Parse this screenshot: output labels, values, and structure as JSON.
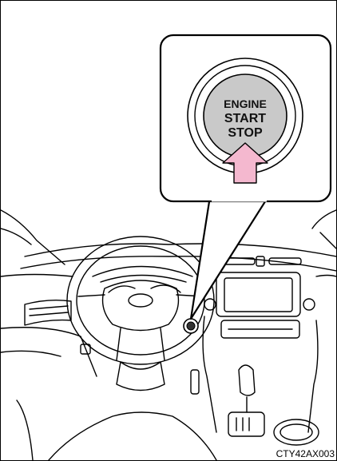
{
  "button": {
    "line1": "ENGINE",
    "line2": "START",
    "line3": "STOP"
  },
  "figure_code": "CTY42AX003",
  "colors": {
    "arrow": "#f4b8cf",
    "button_face": "#c9c9c9",
    "line": "#000000"
  },
  "icons": [
    "push-arrow-icon",
    "engine-button-icon"
  ]
}
